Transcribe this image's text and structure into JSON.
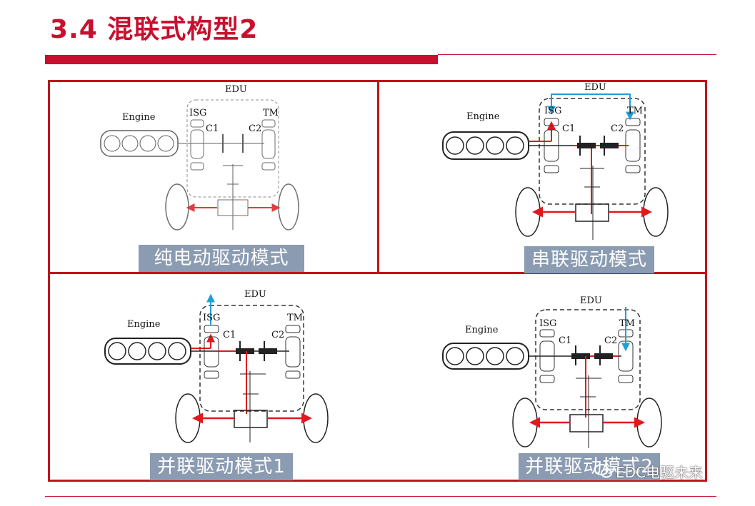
{
  "header": {
    "title": "3.4 混联式构型2"
  },
  "panels": [
    {
      "mode_label": "纯电动驱动模式",
      "edu": "EDU",
      "engine": "Engine",
      "isg": "ISG",
      "tm": "TM",
      "c1": "C1",
      "c2": "C2"
    },
    {
      "mode_label": "串联驱动模式",
      "edu": "EDU",
      "engine": "Engine",
      "isg": "ISG",
      "tm": "TM",
      "c1": "C1",
      "c2": "C2"
    },
    {
      "mode_label": "并联驱动模式1",
      "edu": "EDU",
      "engine": "Engine",
      "isg": "ISG",
      "tm": "TM",
      "c1": "C1",
      "c2": "C2"
    },
    {
      "mode_label": "并联驱动模式2",
      "edu": "EDU",
      "engine": "Engine",
      "isg": "ISG",
      "tm": "TM",
      "c1": "C1",
      "c2": "C2"
    }
  ],
  "watermark": {
    "text": "EDC电驱未来",
    "icon": "wechat-icon"
  },
  "colors": {
    "accent": "#c8102e",
    "frame": "#c0141e",
    "label_bg": "#8a9bb2",
    "power_flow": "#e0191e",
    "electric_flow": "#1ea0d6"
  }
}
